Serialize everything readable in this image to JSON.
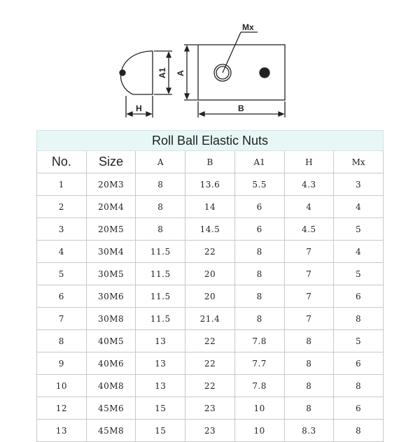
{
  "drawing": {
    "labels": {
      "mx": "Mx",
      "a1": "A1",
      "a": "A",
      "h": "H",
      "b": "B"
    }
  },
  "table": {
    "title": "Roll Ball Elastic Nuts",
    "headers": [
      "No.",
      "Size",
      "A",
      "B",
      "A1",
      "H",
      "Mx"
    ],
    "rows": [
      [
        "1",
        "20M3",
        "8",
        "13.6",
        "5.5",
        "4.3",
        "3"
      ],
      [
        "2",
        "20M4",
        "8",
        "14",
        "6",
        "4",
        "4"
      ],
      [
        "3",
        "20M5",
        "8",
        "14.5",
        "6",
        "4.5",
        "5"
      ],
      [
        "4",
        "30M4",
        "11.5",
        "22",
        "8",
        "7",
        "4"
      ],
      [
        "5",
        "30M5",
        "11.5",
        "20",
        "8",
        "7",
        "5"
      ],
      [
        "6",
        "30M6",
        "11.5",
        "20",
        "8",
        "7",
        "6"
      ],
      [
        "7",
        "30M8",
        "11.5",
        "21.4",
        "8",
        "7",
        "8"
      ],
      [
        "8",
        "40M5",
        "13",
        "22",
        "7.8",
        "8",
        "5"
      ],
      [
        "9",
        "40M6",
        "13",
        "22",
        "7.7",
        "8",
        "6"
      ],
      [
        "10",
        "40M8",
        "13",
        "22",
        "7.8",
        "8",
        "8"
      ],
      [
        "12",
        "45M6",
        "15",
        "23",
        "10",
        "8",
        "6"
      ],
      [
        "13",
        "45M8",
        "15",
        "23",
        "10",
        "8.3",
        "8"
      ]
    ]
  }
}
